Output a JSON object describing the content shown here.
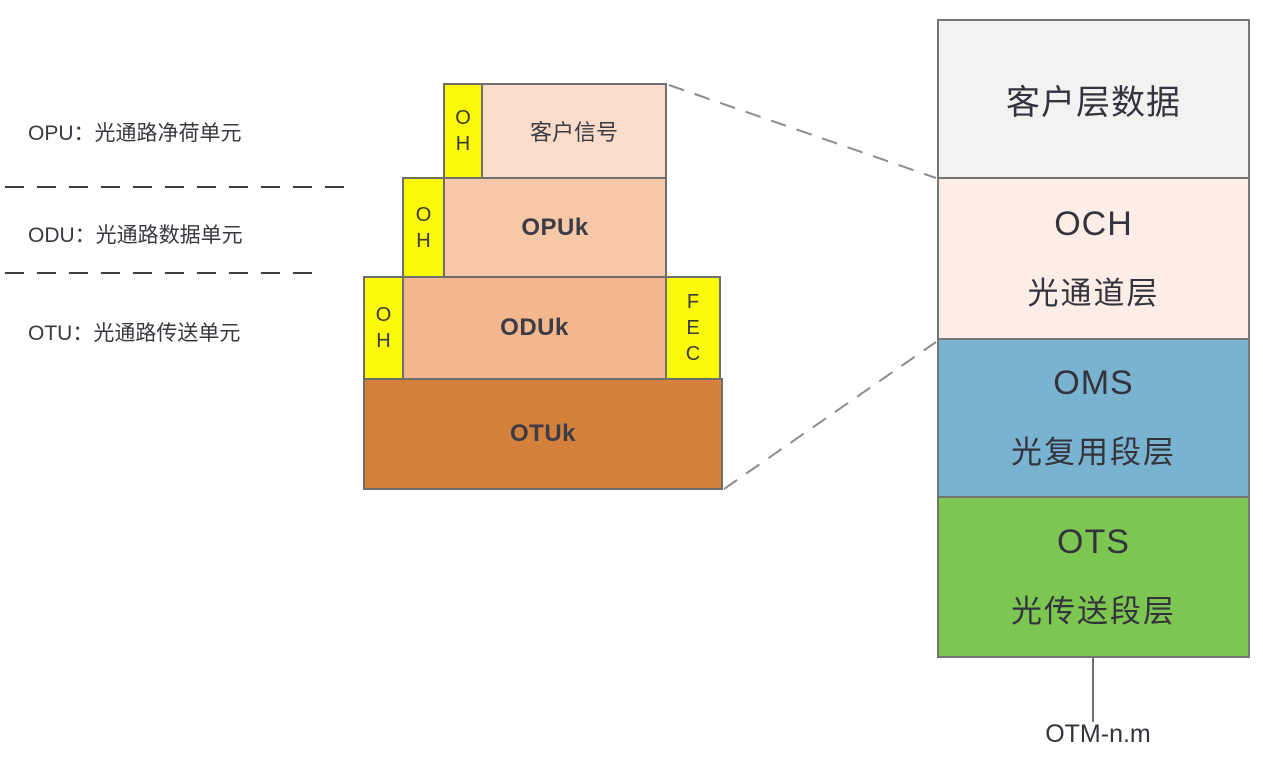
{
  "legend": {
    "opu": "OPU：光通路净荷单元",
    "odu": "ODU：光通路数据单元",
    "otu": "OTU：光通路传送单元"
  },
  "pyramid": {
    "oh_label": "OH",
    "fec_label": "FEC",
    "oh_color": "#fcf908",
    "rows": [
      {
        "label": "客户信号",
        "color": "#fadcca"
      },
      {
        "label": "OPUk",
        "color": "#f6c8a8"
      },
      {
        "label": "ODUk",
        "color": "#f3b68d"
      },
      {
        "label": "OTUk",
        "color": "#d4813c"
      }
    ]
  },
  "stack": {
    "layers": [
      {
        "title": "客户层数据",
        "subtitle": "",
        "color": "#f2f2f1"
      },
      {
        "title": "OCH",
        "subtitle": "光通道层",
        "color": "#fceee6"
      },
      {
        "title": "OMS",
        "subtitle": "光复用段层",
        "color": "#79b3d0"
      },
      {
        "title": "OTS",
        "subtitle": "光传送段层",
        "color": "#7cc651"
      }
    ],
    "footer": "OTM-n.m"
  },
  "colors": {
    "separator_dash": "#3f3f3f",
    "connector_dash": "#8c8c8c",
    "footer_line": "#707070"
  }
}
